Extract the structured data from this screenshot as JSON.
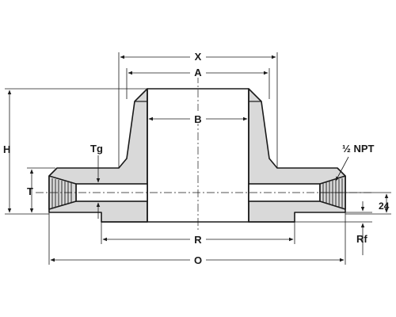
{
  "diagram": {
    "labels": {
      "x": "X",
      "a": "A",
      "b": "B",
      "h": "H",
      "tg": "Tg",
      "t": "T",
      "npt": "½ NPT",
      "dim24": "24",
      "r": "R",
      "rf": "Rf",
      "o": "O"
    },
    "colors": {
      "section_fill": "#d9d9d9",
      "line": "#1a1a1a",
      "background": "#ffffff"
    }
  }
}
